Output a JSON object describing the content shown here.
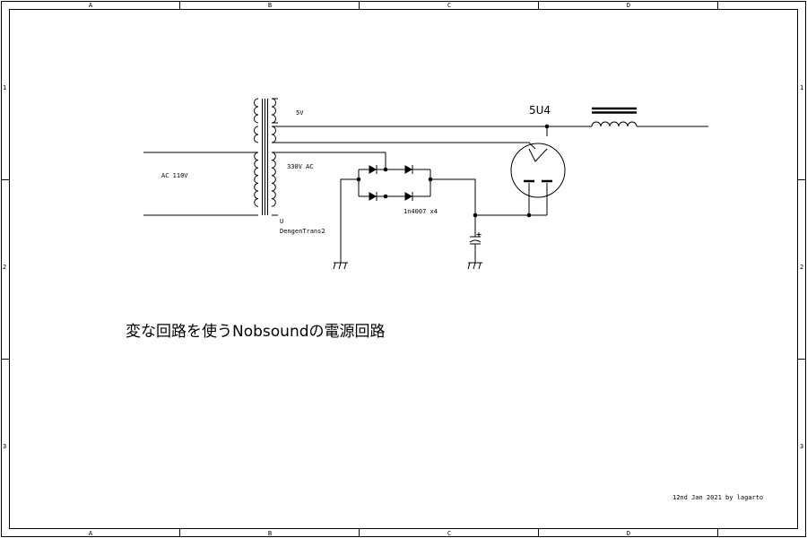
{
  "sheet": {
    "columns": [
      "A",
      "B",
      "C",
      "D"
    ],
    "rows": [
      "1",
      "2",
      "3"
    ]
  },
  "labels": {
    "ac_input": "AC 110V",
    "secondary_5v": "5V",
    "secondary_hv": "330V AC",
    "transformer_ref": "U",
    "transformer_name": "DengenTrans2",
    "diodes": "1n4007 x4",
    "tube": "5U4"
  },
  "title": "変な回路を使うNobsoundの電源回路",
  "footer": "12nd Jan 2021 by lagarto"
}
